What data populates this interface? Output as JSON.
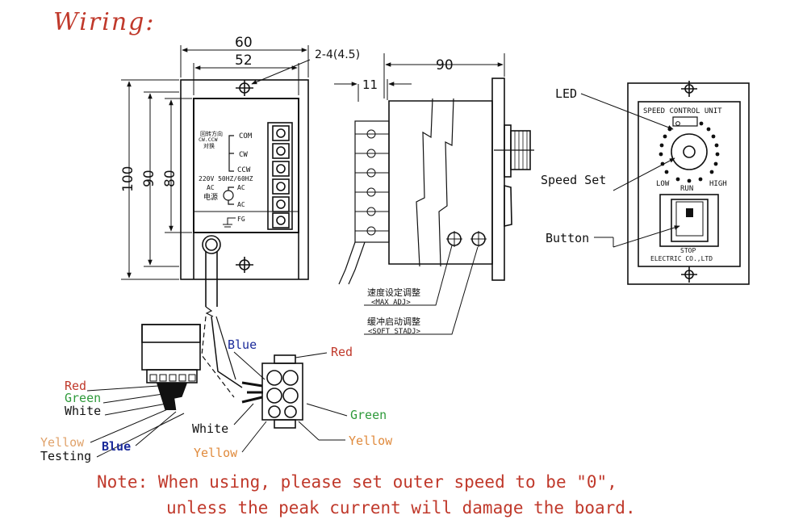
{
  "title": "Wiring:",
  "dimensions": {
    "w60": "60",
    "w52": "52",
    "hole": "2-4(4.5)",
    "d90": "90",
    "d11": "11",
    "h100": "100",
    "h90": "90",
    "h80": "80"
  },
  "terminal_block": {
    "dir_cn": "回转方向",
    "dir_en": "CW.CCW",
    "dir_cn2": "对换",
    "com": "COM",
    "cw": "CW",
    "ccw": "CCW",
    "power_rating": "220V 50HZ/60HZ",
    "ac": "AC",
    "ac1": "AC",
    "ac2": "AC",
    "power_cn": "电源",
    "fg": "FG"
  },
  "side_view": {
    "max_adj_cn": "速度设定调整",
    "max_adj_en": "<MAX ADJ>",
    "soft_cn": "缓冲启动调整",
    "soft_en": "<SOFT STADJ>"
  },
  "front_panel": {
    "header": "SPEED CONTROL UNIT",
    "low": "LOW",
    "run": "RUN",
    "high": "HIGH",
    "stop": "STOP",
    "maker": "ELECTRIC CO.,LTD",
    "led_label": "LED",
    "speed_label": "Speed Set",
    "button_label": "Button"
  },
  "wires": {
    "left_red": "Red",
    "left_green": "Green",
    "left_white": "White",
    "left_yellow": "Yellow",
    "left_blue": "Blue",
    "left_testing": "Testing",
    "mid_blue": "Blue",
    "mid_white": "White",
    "mid_yellow": "Yellow",
    "right_red": "Red",
    "right_green": "Green",
    "right_yellow": "Yellow"
  },
  "colors": {
    "title": "#c0392b",
    "red": "#c0392b",
    "green": "#2e9a3a",
    "blue": "#1a2a9a",
    "yellow": "#e08a3c",
    "ink": "#111111"
  },
  "note": {
    "line1": "Note: When using, please set outer speed to be \"0\",",
    "line2": "unless the peak current will damage the board."
  }
}
